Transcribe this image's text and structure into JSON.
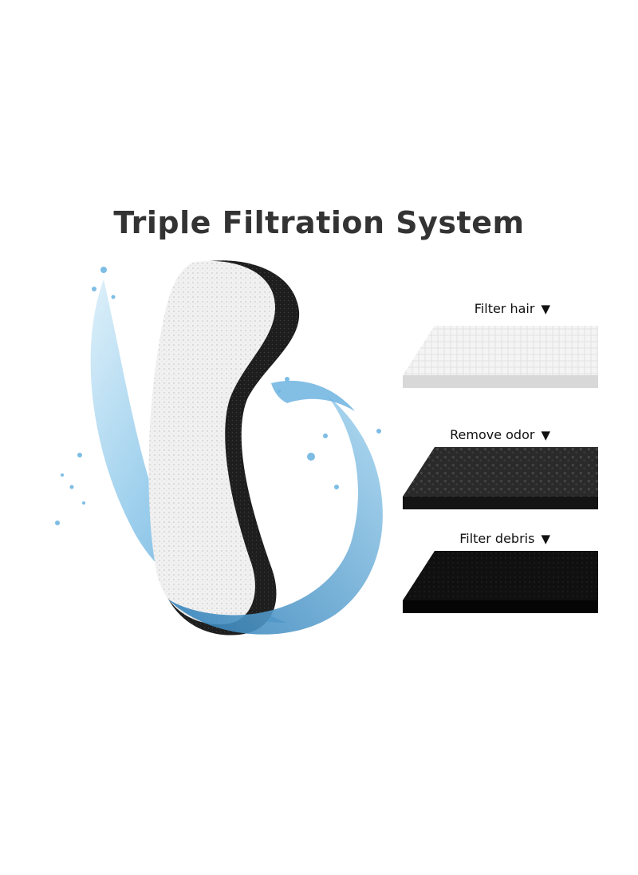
{
  "title": "Triple Filtration System",
  "layers": [
    {
      "label": "Filter hair",
      "arrow": "▼",
      "material": "white-fiber-pad",
      "color": "#f2f2f2"
    },
    {
      "label": "Remove odor",
      "arrow": "▼",
      "material": "activated-carbon-pad",
      "color": "#2a2a2a"
    },
    {
      "label": "Filter debris",
      "arrow": "▼",
      "material": "black-foam-pad",
      "color": "#0d0d0d"
    }
  ],
  "colors": {
    "water": "#5aa6d6",
    "water_light": "#bfe0f3",
    "sponge_white": "#eeeeee",
    "sponge_black": "#1a1a1a"
  }
}
